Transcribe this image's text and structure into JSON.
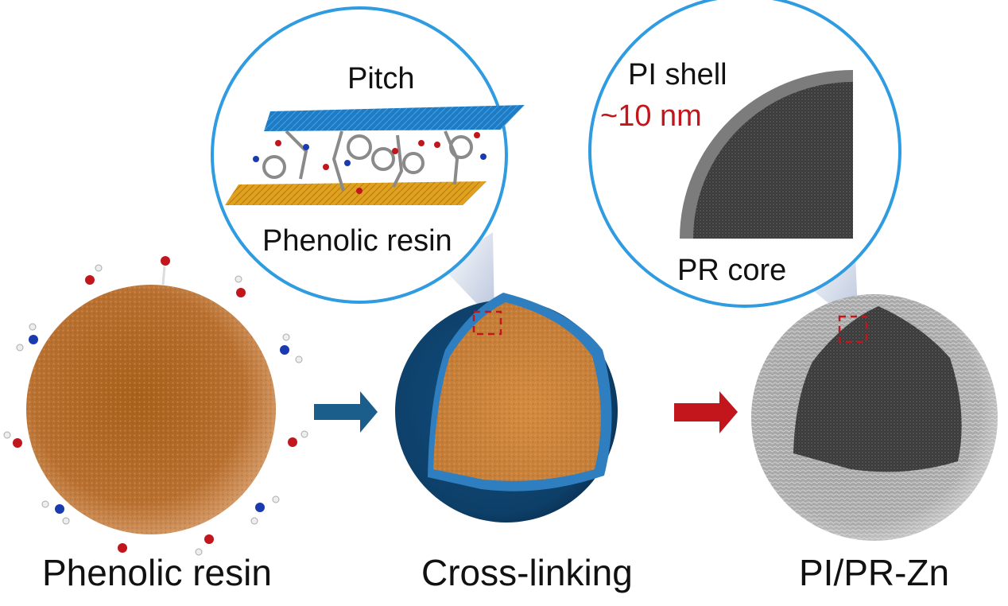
{
  "figure": {
    "stages": [
      {
        "id": "phenolic-resin",
        "label": "Phenolic resin"
      },
      {
        "id": "cross-linking",
        "label": "Cross-linking"
      },
      {
        "id": "pi-pr-zn",
        "label": "PI/PR-Zn"
      }
    ],
    "inset_left": {
      "top_label": "Pitch",
      "bottom_label": "Phenolic resin"
    },
    "inset_right": {
      "top_label": "PI shell",
      "thickness_label": "~10 nm",
      "bottom_label": "PR core"
    },
    "colors": {
      "inset_ring": "#2f9be0",
      "arrow_1": "#1b5e8c",
      "arrow_2": "#c3161c",
      "thickness_text": "#c3161c",
      "resin": "#b86b22",
      "shell_blue": "#0f4a75",
      "pitch_sheet": "#1d7cc4",
      "resin_sheet": "#e0a020"
    }
  }
}
